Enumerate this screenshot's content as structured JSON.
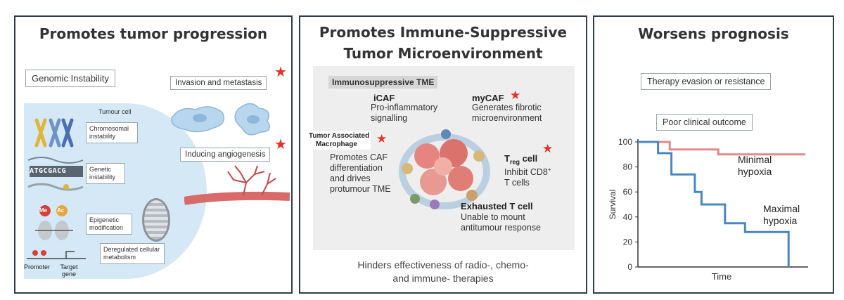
{
  "panel1": {
    "title": "Promotes tumor progression",
    "genomic_box": "Genomic Instability",
    "invasion_box": "Invasion and metastasis",
    "angio_box": "Inducing angiogenesis",
    "tumour_cell": "Tumour cell",
    "chromosomal": "Chromosomal instability",
    "genetic": "Genetic instability",
    "epigenetic": "Epigenetic modification",
    "promoter": "Promoter",
    "target_gene": "Target gene",
    "metabolism": "Deregulated cellular metabolism",
    "dna_letters": "ATGCGACG",
    "me": "Me",
    "ac": "Ac"
  },
  "panel2": {
    "title_line1": "Promotes Immune-Suppressive",
    "title_line2": "Tumor Microenvironment",
    "tme_header": "Immunosuppressive TME",
    "icaf": "iCAF",
    "icaf_desc1": "Pro-inflammatory",
    "icaf_desc2": "signalling",
    "mycaf": "myCAF",
    "mycaf_desc1": "Generates fibrotic",
    "mycaf_desc2": "microenvironment",
    "tam1": "Tumor Associated",
    "tam2": "Macrophage",
    "tam_desc1": "Promotes CAF",
    "tam_desc2": "differentiation",
    "tam_desc3": "and drives",
    "tam_desc4": "protumour TME",
    "treg_t": "T",
    "treg_sub": "reg",
    "treg_cell": " cell",
    "treg_desc1": "Inhibit CD8",
    "treg_sup": "+",
    "treg_desc2": "T cells",
    "exh": "Exhausted T cell",
    "exh_desc1": "Unable to mount",
    "exh_desc2": "antitumour response",
    "footer1": "Hinders effectiveness of radio-, chemo-",
    "footer2": "and immune- therapies"
  },
  "panel3": {
    "title": "Worsens prognosis",
    "therapy_box": "Therapy evasion or resistance",
    "outcome_box": "Poor clinical outcome"
  },
  "colors": {
    "star": "#e8302a",
    "minimal": "#e08a8a",
    "maximal": "#4a86c5"
  },
  "chart_data": {
    "type": "line",
    "xlabel": "Time",
    "ylabel": "Survival",
    "ylim": [
      0,
      100
    ],
    "yticks": [
      0,
      20,
      40,
      60,
      80,
      100
    ],
    "series": [
      {
        "name": "Minimal hypoxia",
        "label_line1": "Minimal",
        "label_line2": "hypoxia",
        "color": "#e08a8a",
        "steps": [
          [
            0,
            100
          ],
          [
            0.19,
            100
          ],
          [
            0.19,
            94
          ],
          [
            0.48,
            94
          ],
          [
            0.48,
            90
          ],
          [
            1.0,
            90
          ]
        ]
      },
      {
        "name": "Maximal hypoxia",
        "label_line1": "Maximal",
        "label_line2": "hypoxia",
        "color": "#4a86c5",
        "steps": [
          [
            0,
            100
          ],
          [
            0.12,
            100
          ],
          [
            0.12,
            91
          ],
          [
            0.2,
            91
          ],
          [
            0.2,
            74
          ],
          [
            0.34,
            74
          ],
          [
            0.34,
            60
          ],
          [
            0.38,
            60
          ],
          [
            0.38,
            50
          ],
          [
            0.52,
            50
          ],
          [
            0.52,
            35
          ],
          [
            0.64,
            35
          ],
          [
            0.64,
            28
          ],
          [
            0.9,
            28
          ],
          [
            0.9,
            0
          ]
        ]
      }
    ]
  }
}
